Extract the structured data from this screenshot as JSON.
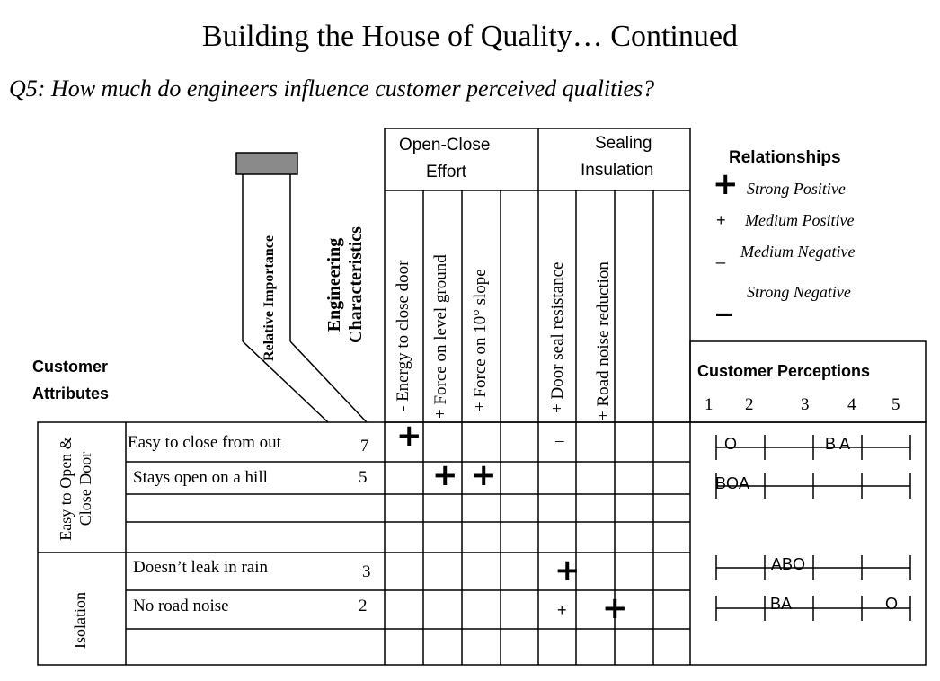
{
  "title": "Building the House of Quality… Continued",
  "subtitle": "Q5: How much do engineers influence customer perceived qualities?",
  "relative_importance_label": "Relative Importance",
  "engineering_label_1": "Engineering",
  "engineering_label_2": "Characteristics",
  "customer_attributes_1": "Customer",
  "customer_attributes_2": "Attributes",
  "groups": {
    "open_close_1": "Open-Close",
    "open_close_2": "Effort",
    "sealing_1": "Sealing",
    "sealing_2": "Insulation"
  },
  "characteristics": [
    {
      "sign": "-",
      "label": "Energy to close door"
    },
    {
      "sign": "+",
      "label": "Force on level ground"
    },
    {
      "sign": "+",
      "label": "Force on 10° slope"
    },
    {
      "sign": "+",
      "label": "Door seal resistance"
    },
    {
      "sign": "+",
      "label": "Road noise reduction"
    }
  ],
  "relationships": {
    "title": "Relationships",
    "strong_positive_symbol": "+",
    "strong_positive": "Strong Positive",
    "medium_positive_symbol": "+",
    "medium_positive": "Medium Positive",
    "medium_negative_symbol": "_",
    "medium_negative": "Medium Negative",
    "strong_negative_symbol": "_",
    "strong_negative": "Strong Negative"
  },
  "customer_perceptions": {
    "title": "Customer Perceptions",
    "scale": [
      "1",
      "2",
      "3",
      "4",
      "5"
    ]
  },
  "row_groups": [
    "Easy to Open & Close Door",
    "Isolation"
  ],
  "rows": [
    {
      "attribute": "Easy to close from out",
      "importance": "7",
      "perception": "O",
      "perception_2": "B A"
    },
    {
      "attribute": "Stays open on a hill",
      "importance": "5",
      "perception": "BOA"
    },
    {
      "attribute": "Doesn’t leak in rain",
      "importance": "3",
      "perception": "ABO"
    },
    {
      "attribute": "No road noise",
      "importance": "2",
      "perception": "BA",
      "perception_2": "O"
    }
  ],
  "matrix_marks": {
    "r1_c1": "+",
    "r1_c4": "–",
    "r2_c2": "+",
    "r2_c3": "+",
    "r4_c4": "+",
    "r5_c4": "+",
    "r5_c5": "+"
  }
}
